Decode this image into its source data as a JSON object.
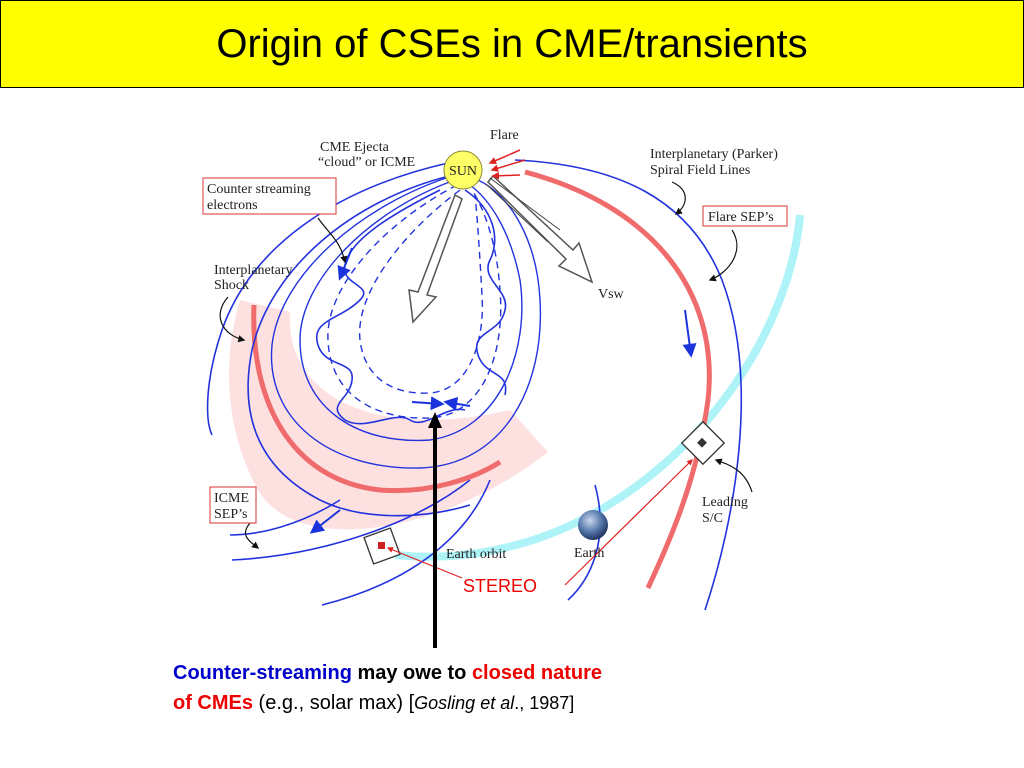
{
  "title": "Origin of CSEs in CME/transients",
  "diagram": {
    "labels": {
      "flare": "Flare",
      "sun": "SUN",
      "cme_ejecta_line1": "CME Ejecta",
      "cme_ejecta_line2": "“cloud” or ICME",
      "counter_streaming_line1": "Counter streaming",
      "counter_streaming_line2": "electrons",
      "shock_line1": "Interplanetary",
      "shock_line2": "Shock",
      "parker_line1": "Interplanetary (Parker)",
      "parker_line2": "Spiral Field Lines",
      "flare_seps": "Flare SEP’s",
      "vsw": "Vsw",
      "icme_seps_line1": "ICME",
      "icme_seps_line2": "SEP’s",
      "leading_sc_line1": "Leading",
      "leading_sc_line2": "S/C",
      "earth_orbit": "Earth orbit",
      "earth": "Earth",
      "stereo": "STEREO"
    },
    "colors": {
      "field_lines": "#2233dd",
      "shock": "#f06b6b",
      "sheath": "#fde0e0",
      "earth_orbit": "#aef3f8",
      "sun": "#ffff66",
      "callout": "#dd2222",
      "flow_arrows": "#555555"
    }
  },
  "caption": {
    "part1": "Counter-streaming",
    "part2": " may owe to ",
    "part3": "closed nature",
    "part4": "of CMEs",
    "part5": " (e.g., solar max) [",
    "part6": "Gosling et al",
    "part7": "., 1987]"
  }
}
